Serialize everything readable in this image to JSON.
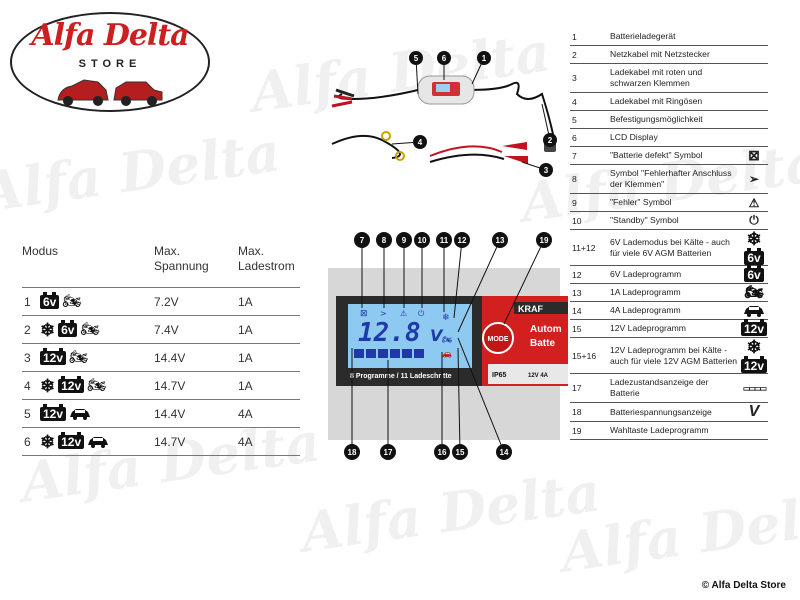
{
  "watermark": "Alfa Delta",
  "logo": {
    "script": "Alfa Delta",
    "store": "STORE",
    "colors": {
      "script": "#cc1f1f",
      "car": "#b51e1e"
    }
  },
  "photo_labels": [
    "5",
    "6",
    "1",
    "2",
    "4",
    "3"
  ],
  "lcd": {
    "callouts_top": [
      "7",
      "8",
      "9",
      "10",
      "11",
      "12",
      "13",
      "19"
    ],
    "callouts_bottom": [
      "18",
      "17",
      "16",
      "15",
      "14"
    ],
    "voltage": "12.8",
    "unit": "V",
    "brand": "KRAF",
    "mode_label": "MODE",
    "side_text_1": "Autom",
    "side_text_2": "Batte",
    "footer_text": "8 Programme / 11 Ladeschritte",
    "ip": "IP65",
    "spec": "12V 4A",
    "colors": {
      "lcd": "#8ec9f2",
      "bar": "#1f3aa6",
      "red": "#d2201f",
      "frame": "#2b2b2b"
    }
  },
  "modes": {
    "headers": {
      "modus": "Modus",
      "spannung": "Max. Spannung",
      "strom": "Max. Ladestrom"
    },
    "rows": [
      {
        "num": "1",
        "icons": [
          "6v",
          "moto"
        ],
        "voltage": "7.2V",
        "current": "1A"
      },
      {
        "num": "2",
        "icons": [
          "snow",
          "6v",
          "moto"
        ],
        "voltage": "7.4V",
        "current": "1A"
      },
      {
        "num": "3",
        "icons": [
          "12v",
          "moto"
        ],
        "voltage": "14.4V",
        "current": "1A"
      },
      {
        "num": "4",
        "icons": [
          "snow",
          "12v",
          "moto"
        ],
        "voltage": "14.7V",
        "current": "1A"
      },
      {
        "num": "5",
        "icons": [
          "12v",
          "car"
        ],
        "voltage": "14.4V",
        "current": "4A"
      },
      {
        "num": "6",
        "icons": [
          "snow",
          "12v",
          "car"
        ],
        "voltage": "14.7V",
        "current": "4A"
      }
    ]
  },
  "legend": [
    {
      "num": "1",
      "text": "Batterieladegerät",
      "icons": []
    },
    {
      "num": "2",
      "text": "Netzkabel mit Netzstecker",
      "icons": []
    },
    {
      "num": "3",
      "text": "Ladekabel mit roten und schwarzen Klemmen",
      "icons": []
    },
    {
      "num": "4",
      "text": "Ladekabel mit Ringösen",
      "icons": []
    },
    {
      "num": "5",
      "text": "Befestigungsmöglichkeit",
      "icons": []
    },
    {
      "num": "6",
      "text": "LCD Display",
      "icons": []
    },
    {
      "num": "7",
      "text": "\"Batterie defekt\" Symbol",
      "icons": [
        "battery-defect"
      ]
    },
    {
      "num": "8",
      "text": "Symbol \"Fehlerhafter Anschluss der Klemmen\"",
      "icons": [
        "clamp"
      ]
    },
    {
      "num": "9",
      "text": "\"Fehler\" Symbol",
      "icons": [
        "warning"
      ]
    },
    {
      "num": "10",
      "text": "\"Standby\" Symbol",
      "icons": [
        "power"
      ]
    },
    {
      "num": "11+12",
      "text": "6V Lademodus bei Kälte - auch für viele 6V AGM Batterien",
      "icons": [
        "snow",
        "6v"
      ]
    },
    {
      "num": "12",
      "text": "6V Ladeprogramm",
      "icons": [
        "6v"
      ]
    },
    {
      "num": "13",
      "text": "1A Ladeprogramm",
      "icons": [
        "moto"
      ]
    },
    {
      "num": "14",
      "text": "4A Ladeprogramm",
      "icons": [
        "car"
      ]
    },
    {
      "num": "15",
      "text": "12V Ladeprogramm",
      "icons": [
        "12v"
      ]
    },
    {
      "num": "15+16",
      "text": "12V Ladeprogramm bei Kälte - auch für viele 12V AGM Batterien",
      "icons": [
        "snow",
        "12v"
      ]
    },
    {
      "num": "17",
      "text": "Ladezustandsanzeige der Batterie",
      "icons": [
        "charge-bar"
      ]
    },
    {
      "num": "18",
      "text": "Batteriespannungsanzeige",
      "icons": [
        "voltage-v"
      ]
    },
    {
      "num": "19",
      "text": "Wahltaste Ladeprogramm",
      "icons": []
    }
  ],
  "copyright": "© Alfa Delta Store"
}
